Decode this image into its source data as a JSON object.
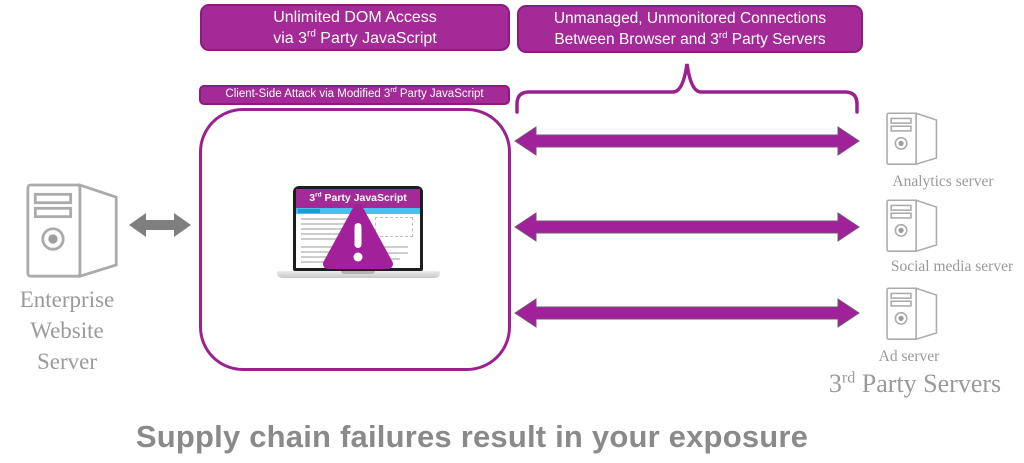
{
  "colors": {
    "accent_magenta": "#A42A97",
    "accent_magenta_dark": "#8C1B80",
    "arrow_magenta": "#A1219B",
    "toolbar_cyan": "#45C3E8",
    "icon_gray": "#ABABAB",
    "serif_text_gray": "#9A9A9A",
    "headline_gray": "#8A8A8A",
    "gray_arrow": "#7F7F7F"
  },
  "callouts": {
    "dom_access": {
      "line1": "Unlimited DOM Access",
      "line2_pre": "via 3",
      "line2_sup": "rd",
      "line2_post": " Party JavaScript"
    },
    "connections": {
      "line1": "Unmanaged, Unmonitored Connections",
      "line2_pre": "Between Browser and 3",
      "line2_sup": "rd",
      "line2_post": " Party Servers"
    }
  },
  "attack_banner": {
    "pre": "Client-Side Attack via Modified 3",
    "sup": "rd",
    "post": " Party JavaScript"
  },
  "laptop": {
    "banner_pre": "3",
    "banner_sup": "rd",
    "banner_post": " Party JavaScript"
  },
  "enterprise_server": {
    "line1": "Enterprise",
    "line2": "Website",
    "line3": "Server"
  },
  "third_party": {
    "servers": [
      {
        "label": "Analytics server"
      },
      {
        "label": "Social media server"
      },
      {
        "label": "Ad server"
      }
    ],
    "title_pre": "3",
    "title_sup": "rd",
    "title_post": " Party Servers"
  },
  "headline": "Supply chain failures result in your exposure"
}
